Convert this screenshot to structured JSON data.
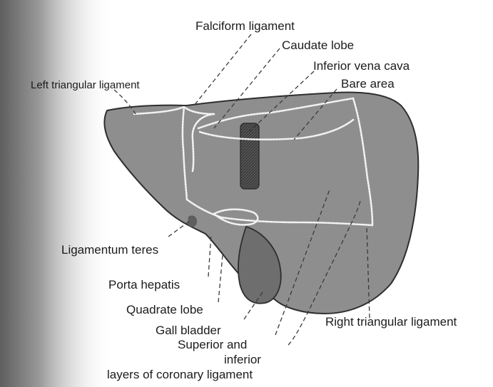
{
  "labels": {
    "falciform": "Falciform ligament",
    "caudate": "Caudate lobe",
    "ivc": "Inferior vena cava",
    "bare": "Bare area",
    "left_tri": "Left triangular ligament",
    "teres": "Ligamentum teres",
    "porta": "Porta hepatis",
    "quadrate": "Quadrate lobe",
    "gall": "Gall bladder",
    "right_tri": "Right triangular ligament",
    "coronary_1": "Superior and",
    "coronary_2": "inferior",
    "coronary_3": "layers of coronary ligament"
  },
  "colors": {
    "liver": "#8e8e8e",
    "liver_outline": "#2e2e2e",
    "gallbladder": "#6e6e6e",
    "ivc": "#4a4a4a",
    "peritoneal_line": "#f2f2f2",
    "leader": "#3a3a3a",
    "edge_shadow": "#6a6a6a"
  }
}
